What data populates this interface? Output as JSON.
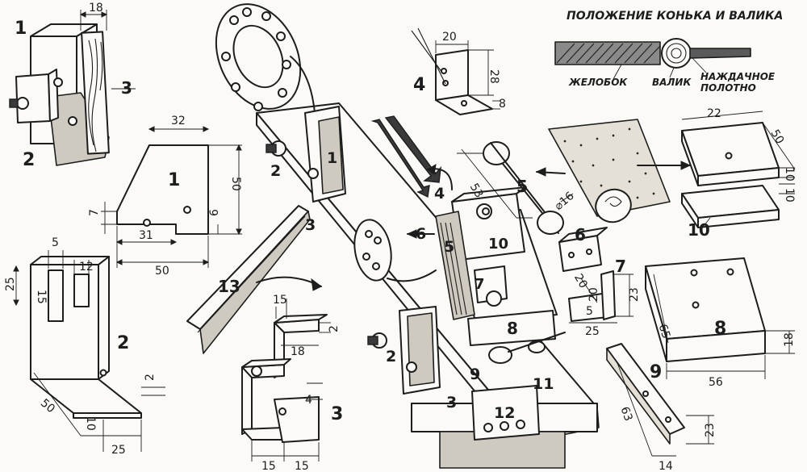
{
  "legend": {
    "title": "ПОЛОЖЕНИЕ КОНЬКА И ВАЛИКА",
    "groove": "ЖЕЛОБОК",
    "roller": "ВАЛИК",
    "sandpaper": "НАЖДАЧНОЕ ПОЛОТНО"
  },
  "parts": {
    "p1": "1",
    "p2": "2",
    "p3": "3",
    "p4": "4",
    "p5": "5",
    "p6": "6",
    "p7": "7",
    "p8": "8",
    "p9": "9",
    "p10": "10",
    "p11": "11",
    "p12": "12",
    "p13": "13"
  },
  "dimensions": {
    "d18": "18",
    "d32": "32",
    "d50": "50",
    "d7": "7",
    "d6": "6",
    "d31": "31",
    "d25": "25",
    "d5": "5",
    "d12": "12",
    "d15": "15",
    "d2": "2",
    "d10": "10",
    "d20": "20",
    "d28": "28",
    "d8": "8",
    "d53": "53",
    "d16": "⌀16",
    "d22": "22",
    "d23": "23",
    "d65": "65",
    "d56": "56",
    "d63": "63",
    "d14": "14",
    "d4": "4"
  }
}
